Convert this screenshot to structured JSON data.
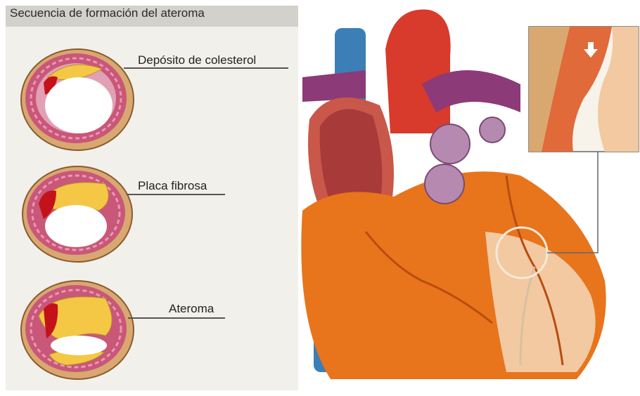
{
  "title": "Secuencia de formación del ateroma",
  "stages": [
    {
      "label": "Depósito de colesterol"
    },
    {
      "label": "Placa fibrosa"
    },
    {
      "label": "Ateroma"
    }
  ],
  "colors": {
    "background": "#f2f0ea",
    "title_bar": "#d3d1cb",
    "vessel_wall": "#c9577a",
    "adventitia": "#d9a870",
    "cholesterol": "#f4c845",
    "thrombus": "#c4121a",
    "heart_muscle": "#e8741c",
    "aorta": "#d83a2c",
    "vena_cava": "#3b7fb6",
    "pulmonary_artery": "#8c3a78"
  }
}
